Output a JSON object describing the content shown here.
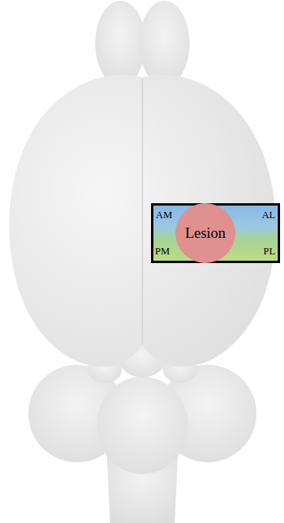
{
  "diagram": {
    "nodes": [
      {
        "text": [
          "AM",
          "AL",
          "PM",
          "PL"
        ]
      },
      {
        "text": [
          "Lesion"
        ],
        "in": 0
      }
    ]
  }
}
